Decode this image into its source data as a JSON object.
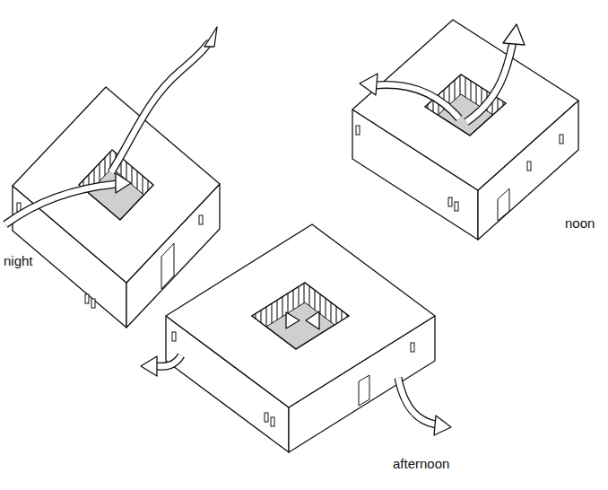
{
  "diagram": {
    "labels": [
      "night",
      "noon",
      "afternoon"
    ]
  }
}
